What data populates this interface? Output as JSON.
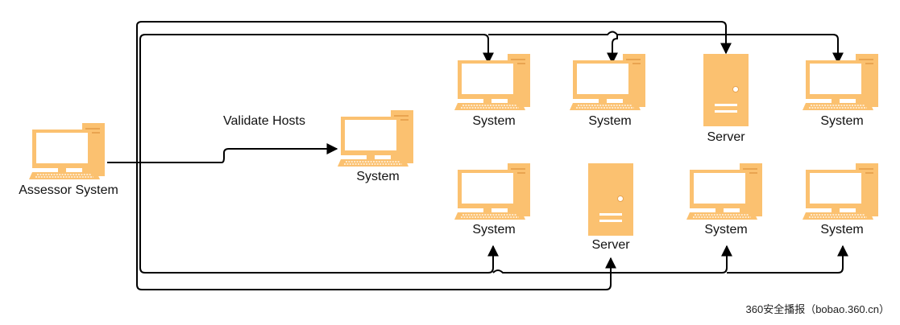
{
  "diagram": {
    "colors": {
      "icon": "#FBC170",
      "icon_dark": "#F4B45C",
      "line": "#000000"
    },
    "assessor": {
      "label": "Assessor System",
      "icon": "desktop-computer-icon"
    },
    "target": {
      "label": "System",
      "icon": "desktop-computer-icon"
    },
    "edge_label": "Validate Hosts",
    "top_row": [
      {
        "label": "System",
        "icon": "desktop-computer-icon"
      },
      {
        "label": "System",
        "icon": "desktop-computer-icon"
      },
      {
        "label": "Server",
        "icon": "server-tower-icon"
      },
      {
        "label": "System",
        "icon": "desktop-computer-icon"
      }
    ],
    "bottom_row": [
      {
        "label": "System",
        "icon": "desktop-computer-icon"
      },
      {
        "label": "Server",
        "icon": "server-tower-icon"
      },
      {
        "label": "System",
        "icon": "desktop-computer-icon"
      },
      {
        "label": "System",
        "icon": "desktop-computer-icon"
      }
    ]
  },
  "watermark": "360安全播报（bobao.360.cn）"
}
